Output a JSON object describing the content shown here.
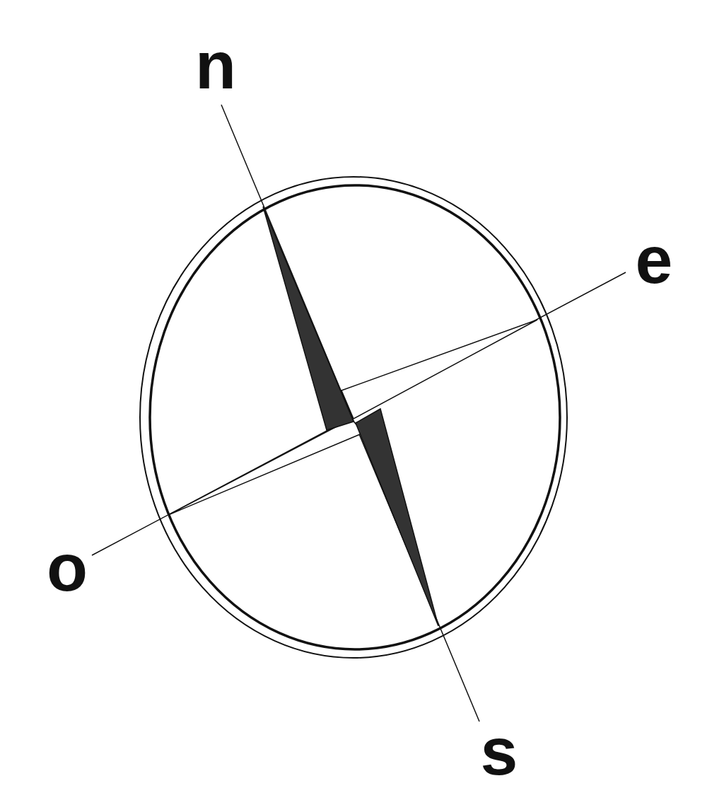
{
  "diagram": {
    "labels": [
      "n",
      "e",
      "o",
      "s"
    ]
  }
}
